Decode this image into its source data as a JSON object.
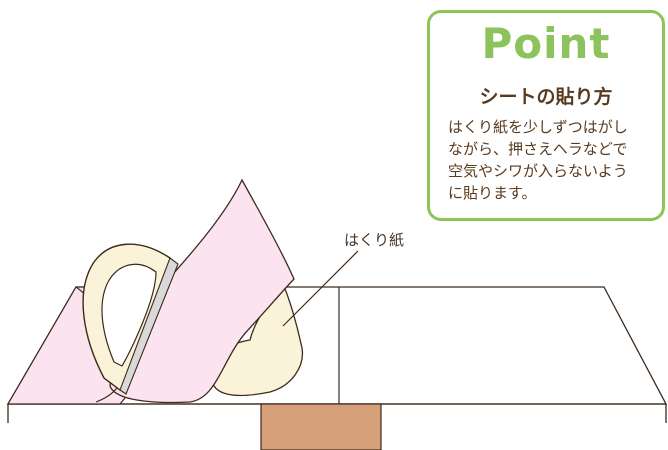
{
  "point": {
    "title": "Point",
    "subtitle": "シートの貼り方",
    "body": "はくり紙を少しずつはがし\nながら、押さえヘラなどで\n空気やシワが入らないよう\nに貼ります。"
  },
  "labels": {
    "peel_paper": "はくり紙"
  },
  "colors": {
    "accent_green": "#8cc35c",
    "text_brown": "#5a3a1e",
    "sheet_pink": "#fbe3ef",
    "board_post": "#d6a07a",
    "spatula_cream": "#fbf3d9"
  },
  "icons": [
    "spatula-icon"
  ]
}
